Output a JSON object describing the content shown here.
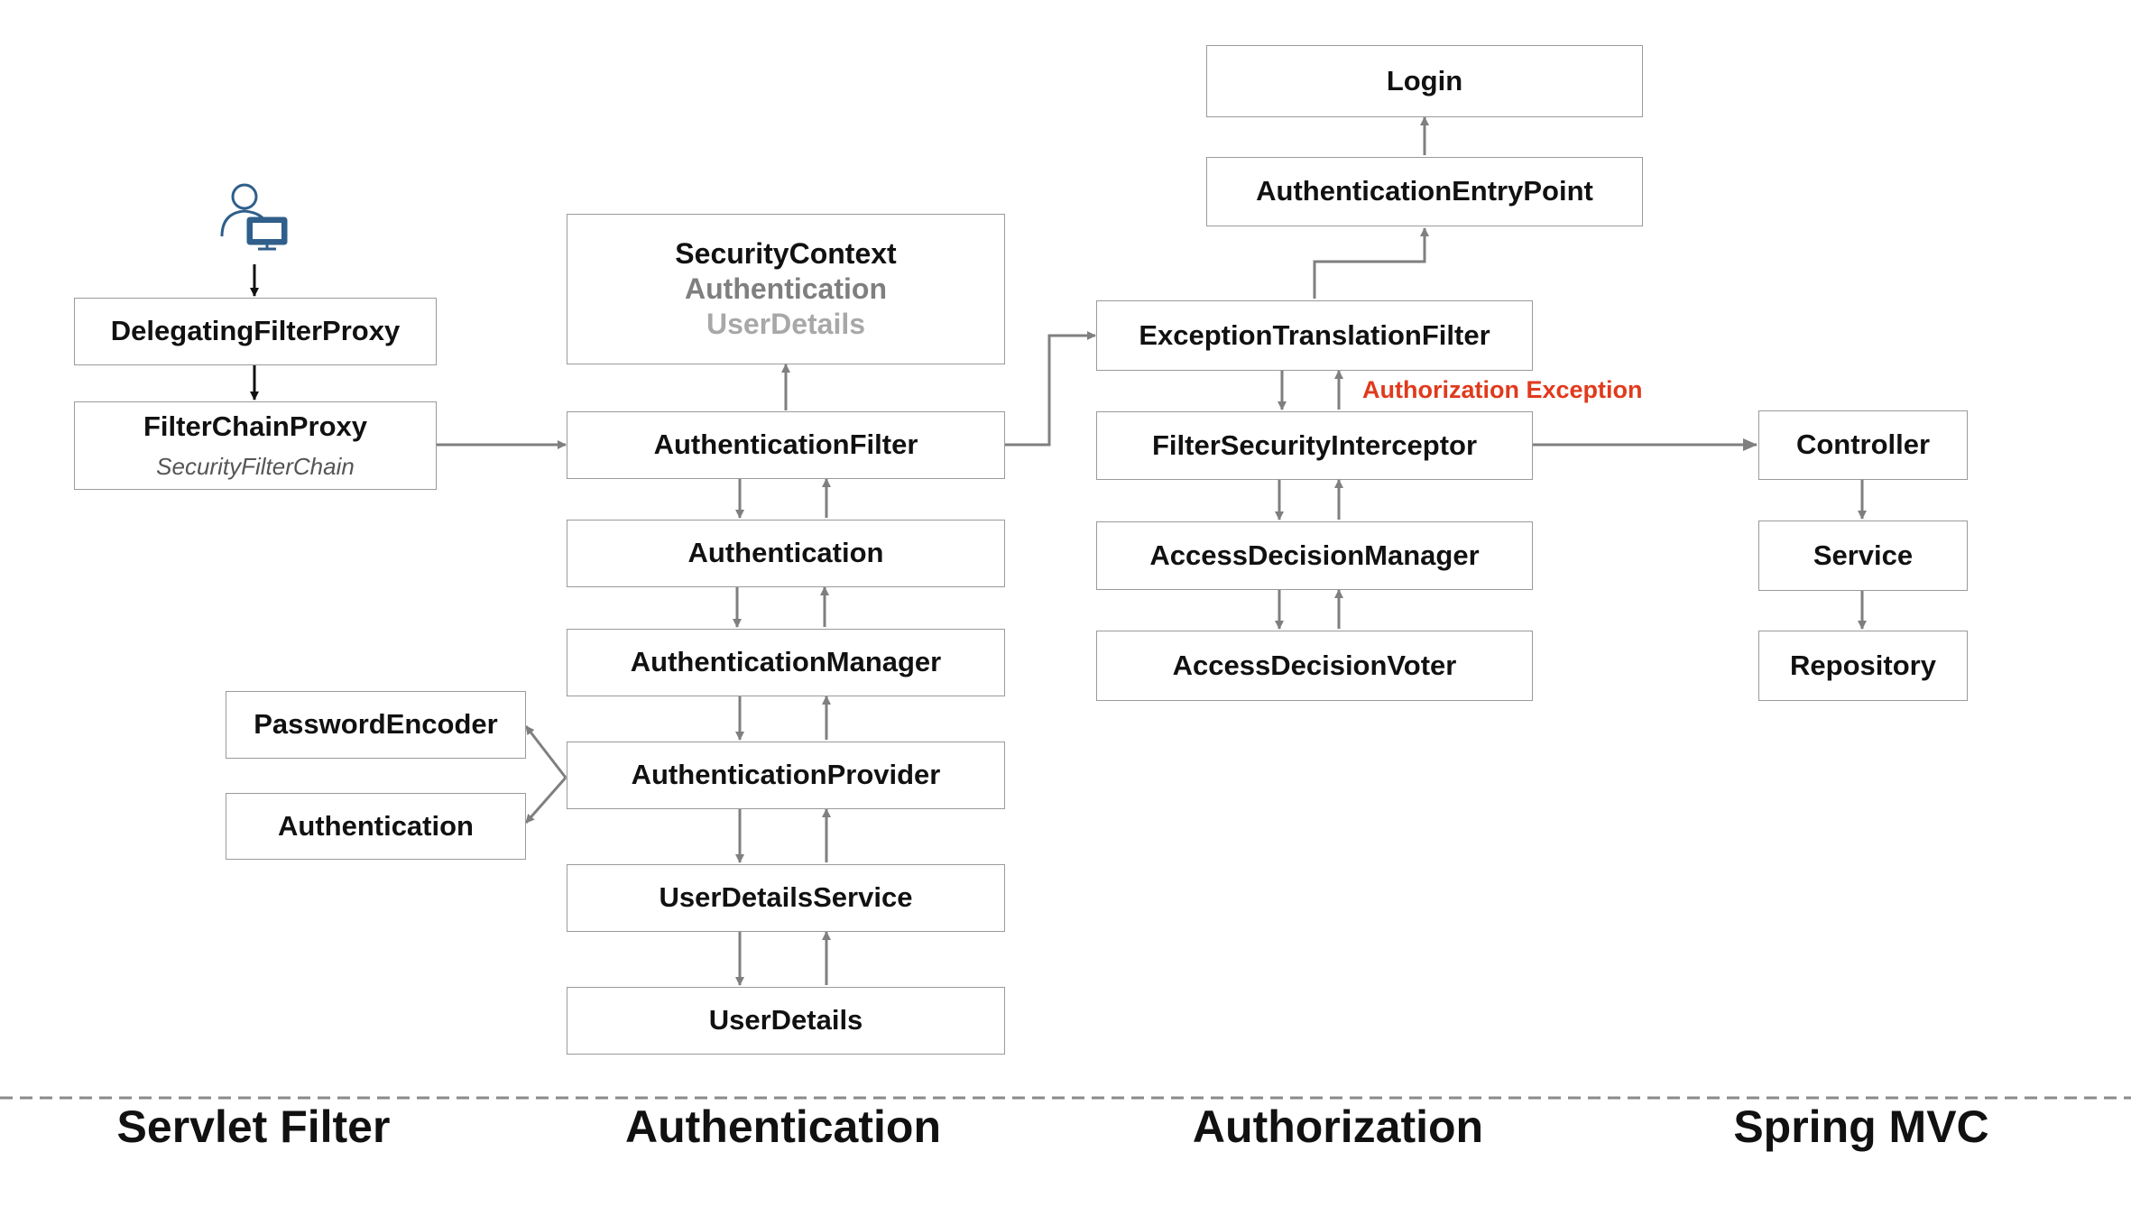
{
  "nodes": {
    "delegating_filter_proxy": "DelegatingFilterProxy",
    "filter_chain_proxy": "FilterChainProxy",
    "security_filter_chain": "SecurityFilterChain",
    "security_context": "SecurityContext",
    "security_context_authentication": "Authentication",
    "security_context_user_details": "UserDetails",
    "authentication_filter": "AuthenticationFilter",
    "authentication": "Authentication",
    "authentication_manager": "AuthenticationManager",
    "authentication_provider": "AuthenticationProvider",
    "password_encoder": "PasswordEncoder",
    "authentication_side": "Authentication",
    "user_details_service": "UserDetailsService",
    "user_details": "UserDetails",
    "login": "Login",
    "authentication_entry_point": "AuthenticationEntryPoint",
    "exception_translation_filter": "ExceptionTranslationFilter",
    "filter_security_interceptor": "FilterSecurityInterceptor",
    "access_decision_manager": "AccessDecisionManager",
    "access_decision_voter": "AccessDecisionVoter",
    "controller": "Controller",
    "service": "Service",
    "repository": "Repository"
  },
  "annotations": {
    "authorization_exception": "Authorization Exception"
  },
  "sections": {
    "servlet_filter": "Servlet Filter",
    "authentication": "Authentication",
    "authorization": "Authorization",
    "spring_mvc": "Spring MVC"
  },
  "icons": {
    "user": "user-computer-icon"
  },
  "colors": {
    "arrow": "#7f7f7f",
    "arrow_dark": "#111111",
    "note": "#e03a1c",
    "icon": "#2f5f8a"
  }
}
